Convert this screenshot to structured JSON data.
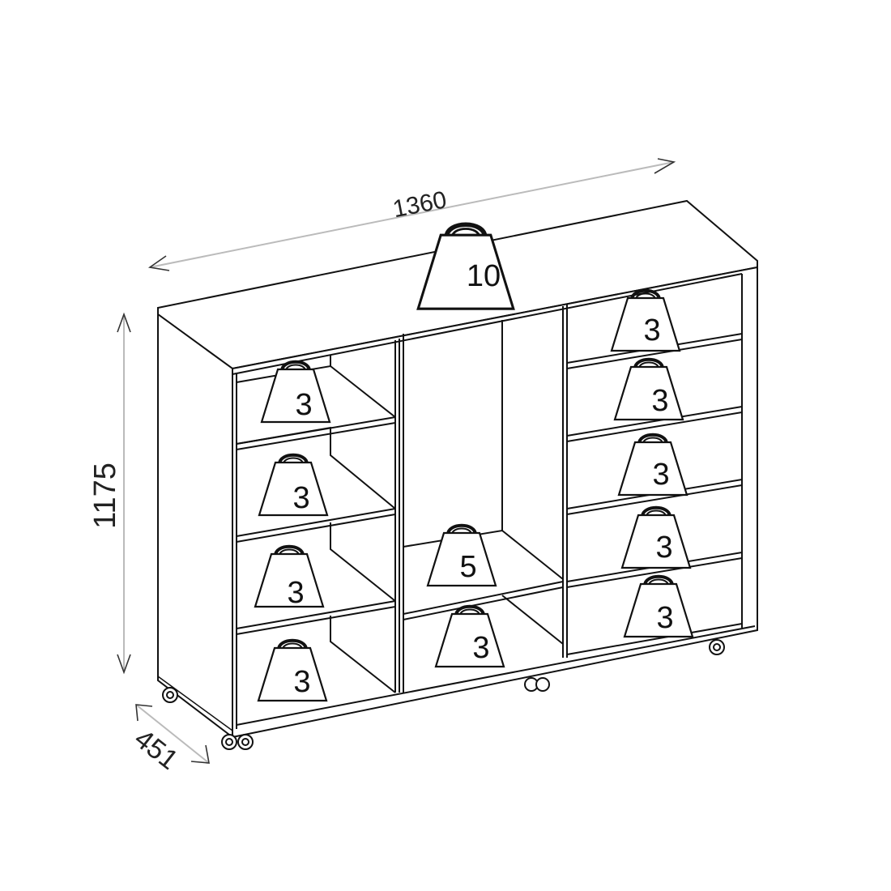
{
  "dimensions": {
    "width_label": "1360",
    "height_label": "1175",
    "depth_label": "451"
  },
  "load_limits": {
    "top": "10",
    "left_shelf_1": "3",
    "left_shelf_2": "3",
    "left_shelf_3": "3",
    "left_shelf_4": "3",
    "middle_shelf": "5",
    "middle_bottom": "3",
    "drawer_1": "3",
    "drawer_2": "3",
    "drawer_3": "3",
    "drawer_4": "3",
    "drawer_5": "3"
  }
}
